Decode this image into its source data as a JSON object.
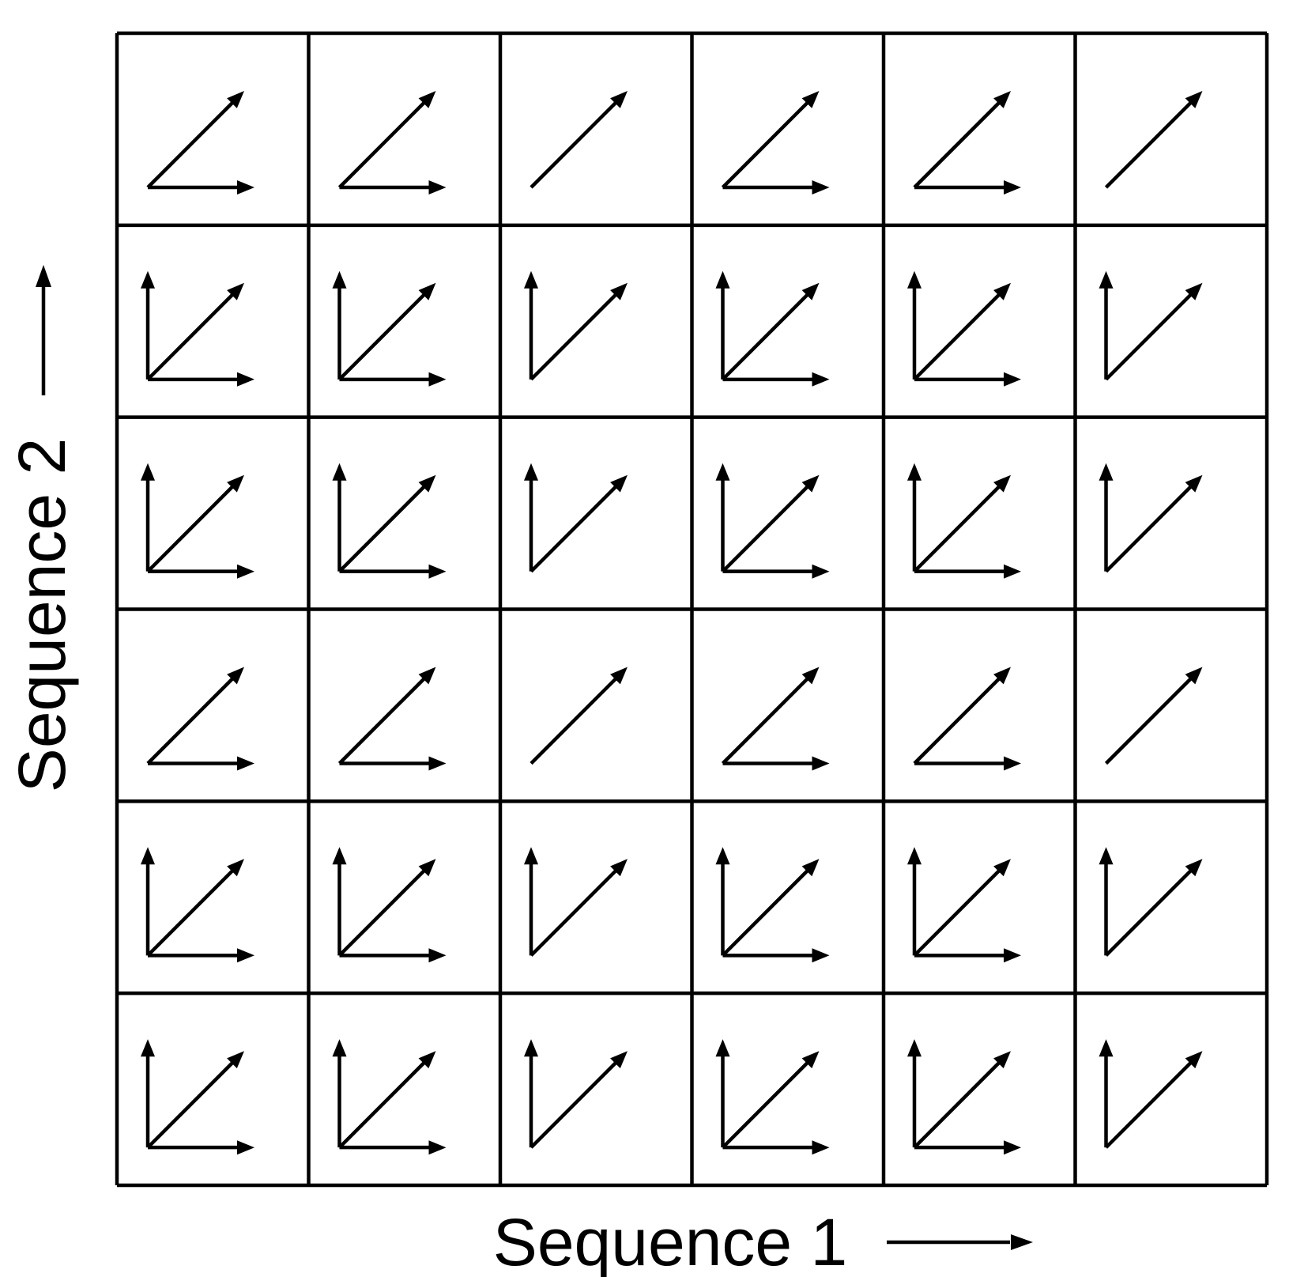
{
  "x_axis": {
    "label": "Sequence 1",
    "direction_icon": "right-arrow-icon"
  },
  "y_axis": {
    "label": "Sequence 2",
    "direction_icon": "up-arrow-icon"
  },
  "grid": {
    "rows": 6,
    "cols": 6,
    "row_patterns": [
      "diag-right",
      "all",
      "all",
      "diag-right",
      "all",
      "all"
    ],
    "col_patterns": [
      "full",
      "full",
      "no-right",
      "full",
      "full",
      "no-right"
    ],
    "arrow_types": {
      "up": "up-arrow-icon",
      "diagonal": "diagonal-arrow-icon",
      "right": "right-arrow-icon"
    }
  },
  "colors": {
    "ink": "#000000",
    "background": "#ffffff"
  }
}
